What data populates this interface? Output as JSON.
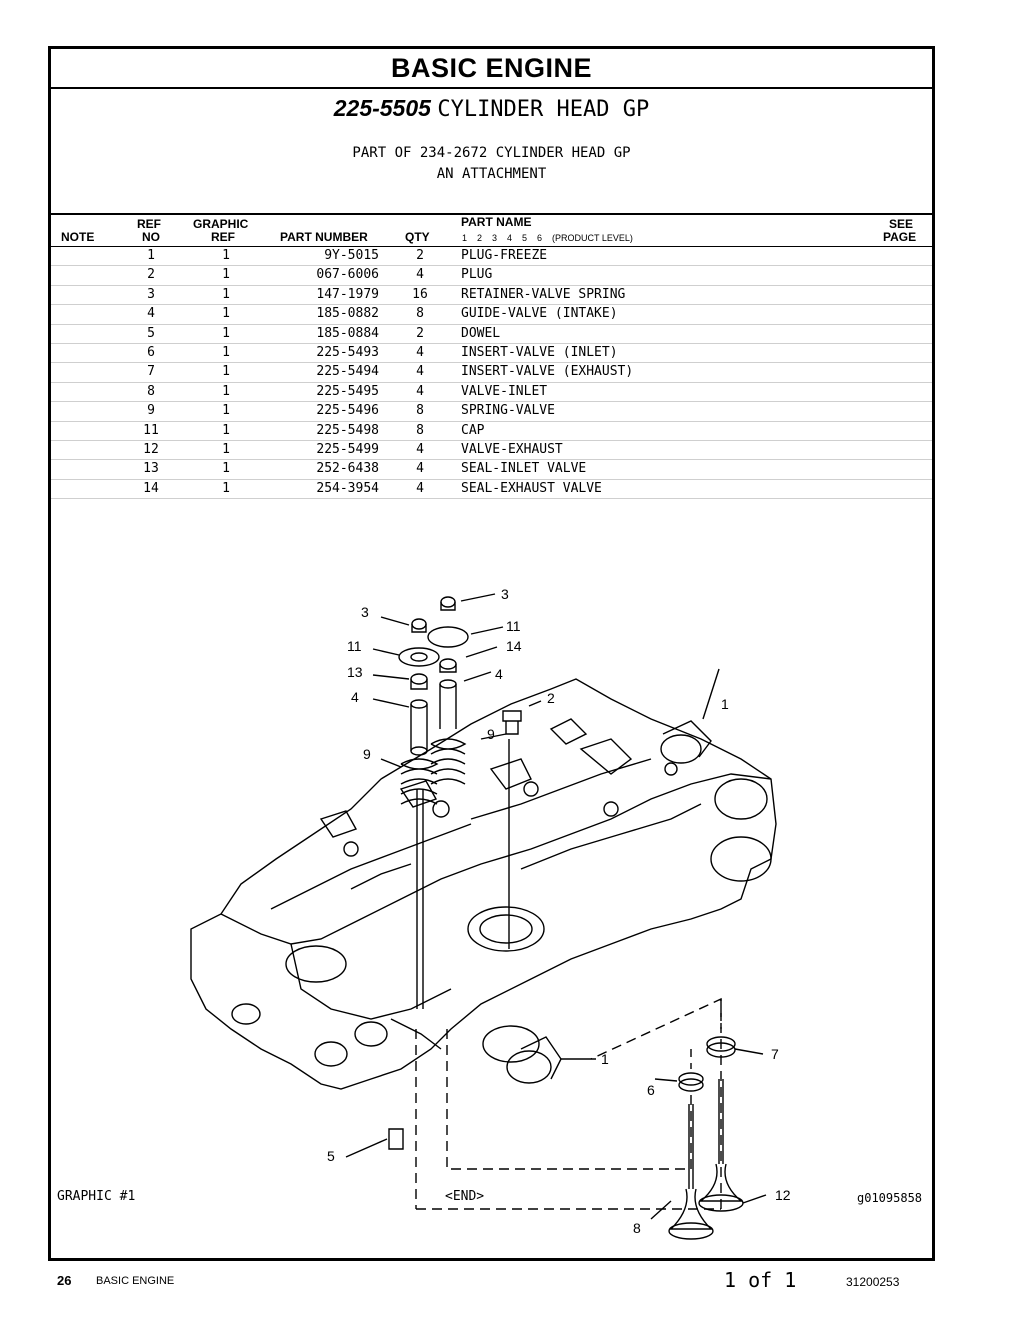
{
  "header": {
    "title": "BASIC  ENGINE",
    "group_number": "225-5505",
    "group_name": "CYLINDER HEAD GP",
    "part_of_line1": "PART OF 234-2672 CYLINDER HEAD GP",
    "part_of_line2": "AN ATTACHMENT"
  },
  "columns": {
    "note": "NOTE",
    "ref_top": "REF",
    "ref_bottom": "NO",
    "graphic_top": "GRAPHIC",
    "graphic_bottom": "REF",
    "part_number": "PART NUMBER",
    "qty": "QTY",
    "part_name": "PART NAME",
    "levels": "1    2    3    4    5    6    (PRODUCT LEVEL)",
    "see_top": "SEE",
    "see_bottom": "PAGE"
  },
  "parts": [
    {
      "ref": "1",
      "gref": "1",
      "pn": "9Y-5015",
      "qty": "2",
      "name": "PLUG-FREEZE"
    },
    {
      "ref": "2",
      "gref": "1",
      "pn": "067-6006",
      "qty": "4",
      "name": "PLUG"
    },
    {
      "ref": "3",
      "gref": "1",
      "pn": "147-1979",
      "qty": "16",
      "name": "RETAINER-VALVE SPRING"
    },
    {
      "ref": "4",
      "gref": "1",
      "pn": "185-0882",
      "qty": "8",
      "name": "GUIDE-VALVE (INTAKE)"
    },
    {
      "ref": "5",
      "gref": "1",
      "pn": "185-0884",
      "qty": "2",
      "name": "DOWEL"
    },
    {
      "ref": "6",
      "gref": "1",
      "pn": "225-5493",
      "qty": "4",
      "name": "INSERT-VALVE (INLET)"
    },
    {
      "ref": "7",
      "gref": "1",
      "pn": "225-5494",
      "qty": "4",
      "name": "INSERT-VALVE (EXHAUST)"
    },
    {
      "ref": "8",
      "gref": "1",
      "pn": "225-5495",
      "qty": "4",
      "name": "VALVE-INLET"
    },
    {
      "ref": "9",
      "gref": "1",
      "pn": "225-5496",
      "qty": "8",
      "name": "SPRING-VALVE"
    },
    {
      "ref": "11",
      "gref": "1",
      "pn": "225-5498",
      "qty": "8",
      "name": "CAP"
    },
    {
      "ref": "12",
      "gref": "1",
      "pn": "225-5499",
      "qty": "4",
      "name": "VALVE-EXHAUST"
    },
    {
      "ref": "13",
      "gref": "1",
      "pn": "252-6438",
      "qty": "4",
      "name": "SEAL-INLET VALVE"
    },
    {
      "ref": "14",
      "gref": "1",
      "pn": "254-3954",
      "qty": "4",
      "name": "SEAL-EXHAUST VALVE"
    }
  ],
  "callouts": {
    "c3a": "3",
    "c3b": "3",
    "c11a": "11",
    "c11b": "11",
    "c14": "14",
    "c13": "13",
    "c4a": "4",
    "c4b": "4",
    "c2": "2",
    "c1a": "1",
    "c9a": "9",
    "c9b": "9",
    "c1b": "1",
    "c7": "7",
    "c6": "6",
    "c5": "5",
    "c12": "12",
    "c8": "8"
  },
  "graphic_footer": {
    "label": "GRAPHIC #1",
    "end": "<END>",
    "id": "g01095858"
  },
  "page_footer": {
    "page": "26",
    "section": "BASIC ENGINE",
    "count": "1 of 1",
    "doc": "31200253"
  }
}
